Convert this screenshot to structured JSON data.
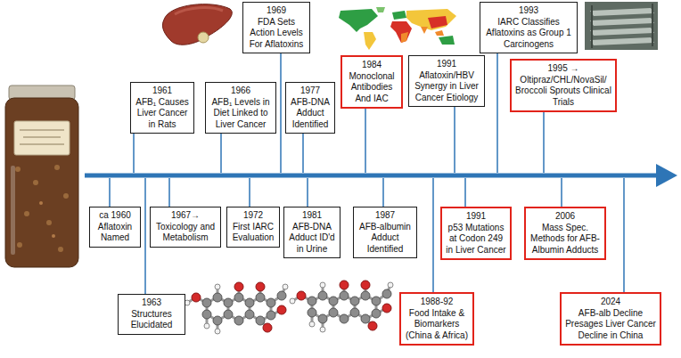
{
  "diagram": {
    "nodes": [
      {
        "text": [
          "1961",
          "AFB₁ Causes Liver Cancer in Rats"
        ]
      },
      {
        "text": [
          "1966",
          "AFB₁ Levels in Diet Linked to Liver Cancer"
        ]
      },
      {
        "text": [
          "1969",
          "FDA Sets Action Levels For Aflatoxins"
        ]
      },
      {
        "text": [
          "1977",
          "AFB-DNA Adduct Identified"
        ]
      },
      {
        "text": [
          "1984",
          "Monoclonal Antibodies And IAC"
        ]
      },
      {
        "text": [
          "1991",
          "Aflatoxin/HBV Synergy in Liver Cancer Etiology"
        ]
      },
      {
        "text": [
          "1993",
          "IARC Classifies Aflatoxins as Group 1 Carcinogens"
        ]
      },
      {
        "text": [
          "1995 →",
          "Oltipraz/CHL/NovaSil/ Broccoli Sprouts Clinical Trials"
        ]
      },
      {
        "text": [
          "ca 1960",
          "Aflatoxin Named"
        ]
      },
      {
        "text": [
          "1963",
          "Structures Elucidated"
        ]
      },
      {
        "text": [
          "1967→",
          "Toxicology and Metabolism"
        ]
      },
      {
        "text": [
          "1972",
          "First IARC Evaluation"
        ]
      },
      {
        "text": [
          "1981",
          "AFB-DNA Adduct ID'd in Urine"
        ]
      },
      {
        "text": [
          "1987",
          "AFB-albumin Adduct Identified"
        ]
      },
      {
        "text": [
          "1988-92",
          "Food Intake & Biomarkers (China & Africa)"
        ]
      },
      {
        "text": [
          "1991",
          "p53 Mutations at Codon 249 in Liver Cancer"
        ]
      },
      {
        "text": [
          "2006",
          "Mass Spec. Methods for AFB-Albumin Adducts"
        ]
      },
      {
        "text": [
          "2024",
          "AFB-alb Decline Presages Liver Cancer Decline in China"
        ]
      }
    ]
  }
}
